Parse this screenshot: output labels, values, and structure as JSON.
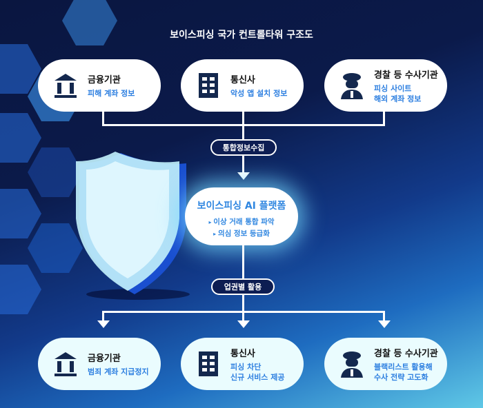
{
  "title": "보이스피싱 국가 컨트롤타워 구조도",
  "sources": [
    {
      "name": "금융기관",
      "lines": [
        "피해 계좌 정보"
      ],
      "icon": "bank-icon"
    },
    {
      "name": "통신사",
      "lines": [
        "악성 앱 설치 정보"
      ],
      "icon": "building-icon"
    },
    {
      "name": "경찰 등 수사기관",
      "lines": [
        "피싱 사이트",
        "해외 계좌 정보"
      ],
      "icon": "police-icon"
    }
  ],
  "collect_label": "통합정보수집",
  "platform": {
    "title": "보이스피싱 AI 플랫폼",
    "items": [
      "이상 거래 통합 파악",
      "의심 정보 등급화"
    ]
  },
  "use_label": "업권별 활용",
  "targets": [
    {
      "name": "금융기관",
      "lines": [
        "범죄 계좌 지급정지"
      ],
      "icon": "bank-icon"
    },
    {
      "name": "통신사",
      "lines": [
        "피싱 차단",
        "신규 서비스 제공"
      ],
      "icon": "building-icon"
    },
    {
      "name": "경찰 등 수사기관",
      "lines": [
        "블랙리스트 활용해",
        "수사 전략 고도화"
      ],
      "icon": "police-icon"
    }
  ],
  "colors": {
    "accent": "#2d7fe0",
    "navy": "#14284e"
  }
}
